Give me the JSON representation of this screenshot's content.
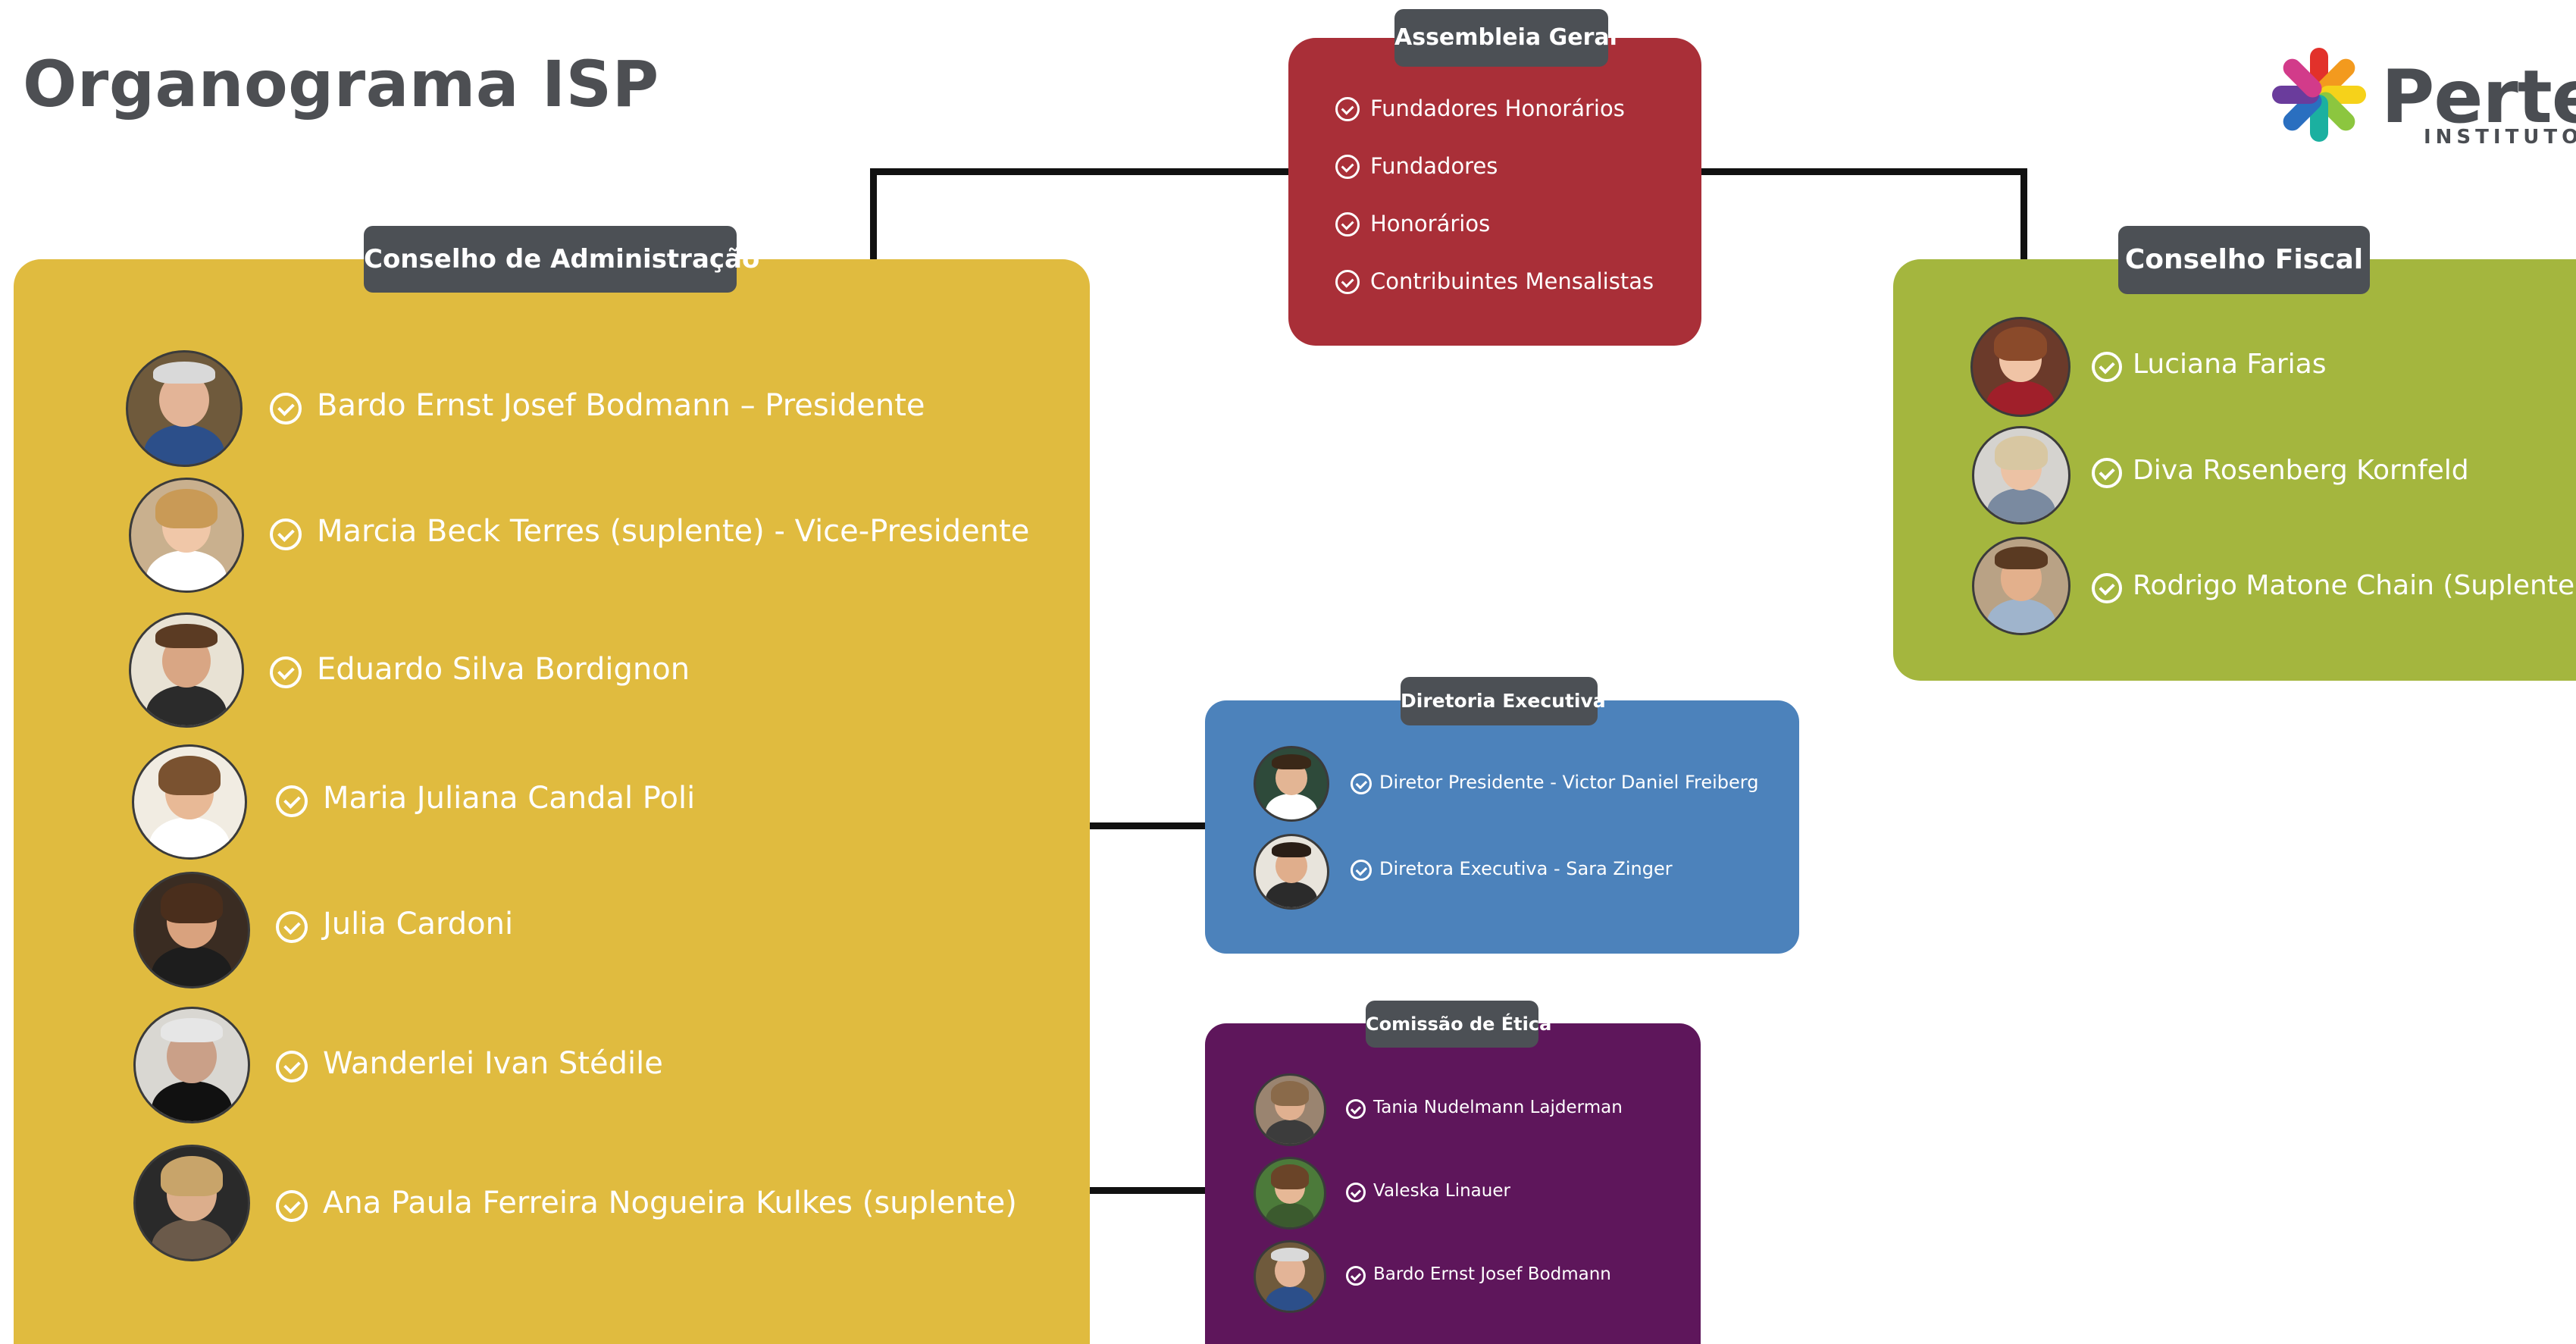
{
  "title": "Organograma ISP",
  "logo": {
    "name": "Perten",
    "subtitle": "INSTITUTO SO"
  },
  "colors": {
    "assembleia": "#a92f38",
    "conselho_admin": "#e0bb3f",
    "conselho_fiscal": "#a4b63e",
    "diretoria": "#4c82bb",
    "comissao": "#5e165b",
    "tab": "#4c5055"
  },
  "assembleia": {
    "label": "Assembleia Geral",
    "items": [
      "Fundadores Honorários",
      "Fundadores",
      "Honorários",
      "Contribuintes Mensalistas"
    ]
  },
  "conselho_admin": {
    "label": "Conselho de Administração",
    "members": [
      "Bardo Ernst Josef Bodmann – Presidente",
      "Marcia Beck Terres (suplente) - Vice-Presidente",
      "Eduardo Silva Bordignon",
      "Maria Juliana Candal Poli",
      "Julia Cardoni",
      "Wanderlei Ivan Stédile",
      "Ana Paula Ferreira Nogueira Kulkes (suplente)"
    ]
  },
  "conselho_fiscal": {
    "label": "Conselho Fiscal",
    "members": [
      "Luciana Farias",
      "Diva Rosenberg Kornfeld",
      "Rodrigo Matone Chain (Suplente)"
    ]
  },
  "diretoria": {
    "label": "Diretoria Executiva",
    "members": [
      "Diretor Presidente - Victor Daniel Freiberg",
      "Diretora Executiva - Sara Zinger"
    ]
  },
  "comissao": {
    "label": "Comissão de Ética",
    "members": [
      "Tania Nudelmann Lajderman",
      "Valeska Linauer",
      "Bardo Ernst Josef Bodmann"
    ]
  }
}
